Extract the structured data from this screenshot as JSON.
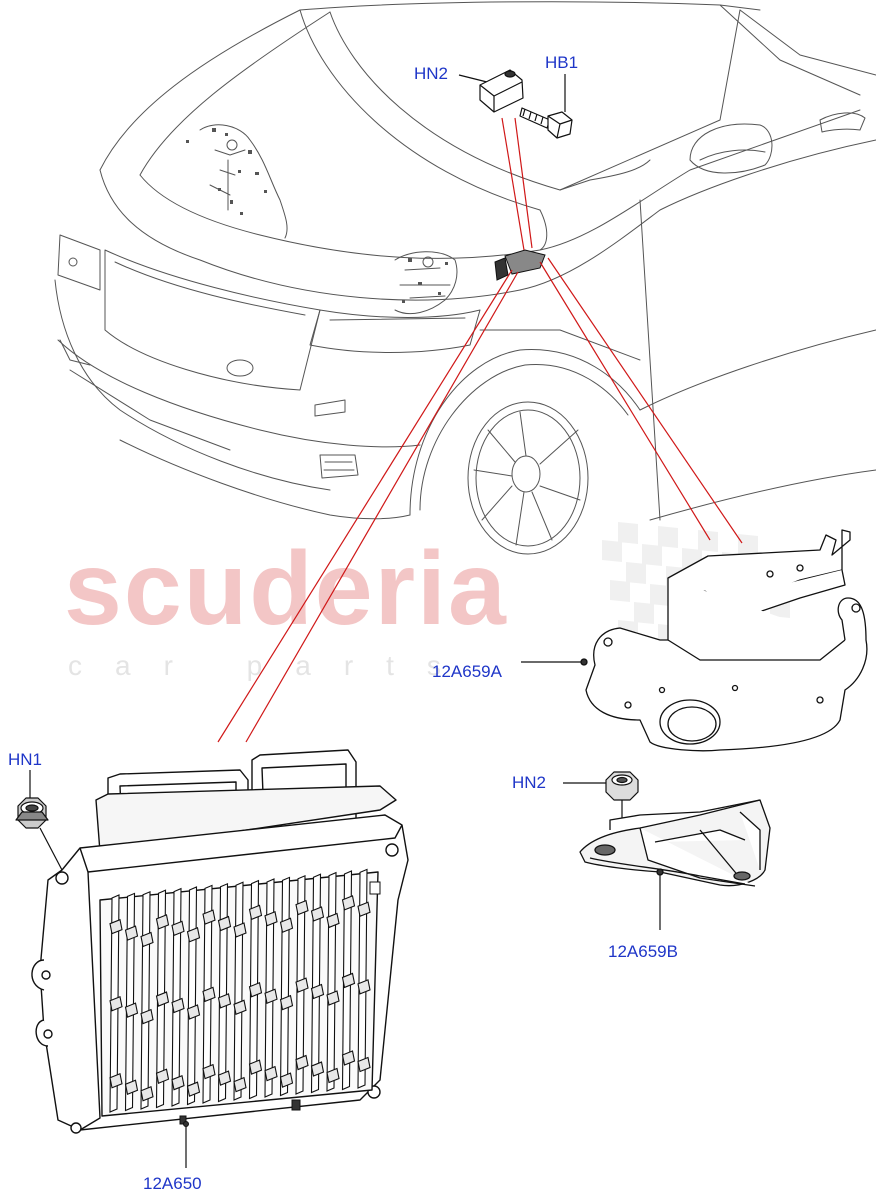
{
  "colors": {
    "label": "#1f36c8",
    "line_art": "#333333",
    "leader_red": "#d01818",
    "leader_black": "#111111",
    "watermark_red": "#f3c6c6",
    "watermark_gray": "#e4e4e4"
  },
  "watermark": {
    "main_text": "scuderia",
    "sub_text": "car parts"
  },
  "callouts": {
    "hn2_top": "HN2",
    "hb1": "HB1",
    "hn1": "HN1",
    "part_12a659a": "12A659A",
    "hn2_lower": "HN2",
    "part_12a659b": "12A659B",
    "part_12a650": "12A650"
  },
  "icons": {
    "vehicle": "vehicle-outline-icon",
    "ecu": "ecu-module-icon",
    "bracket_a": "mounting-bracket-icon",
    "bracket_b": "support-bracket-icon",
    "nut": "nut-icon",
    "bolt": "bolt-icon"
  }
}
